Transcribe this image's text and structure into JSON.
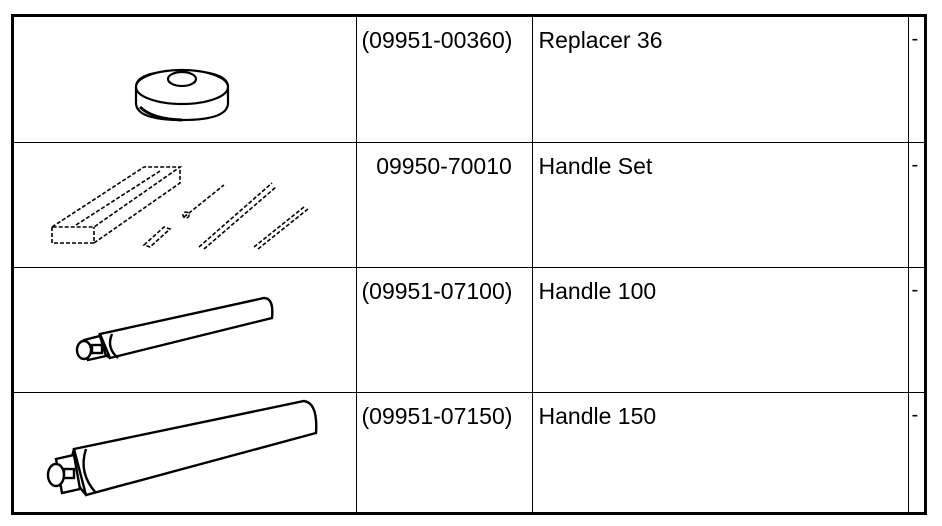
{
  "rows": [
    {
      "image_icon": "replacer-ring-icon",
      "part_number": "(09951-00360)",
      "name": "Replacer 36",
      "qty": "-"
    },
    {
      "image_icon": "handle-set-icon",
      "part_number": "09950-70010",
      "name": "Handle Set",
      "qty": "-"
    },
    {
      "image_icon": "handle-100-icon",
      "part_number": "(09951-07100)",
      "name": "Handle 100",
      "qty": "-"
    },
    {
      "image_icon": "handle-150-icon",
      "part_number": "(09951-07150)",
      "name": "Handle 150",
      "qty": "-"
    }
  ]
}
